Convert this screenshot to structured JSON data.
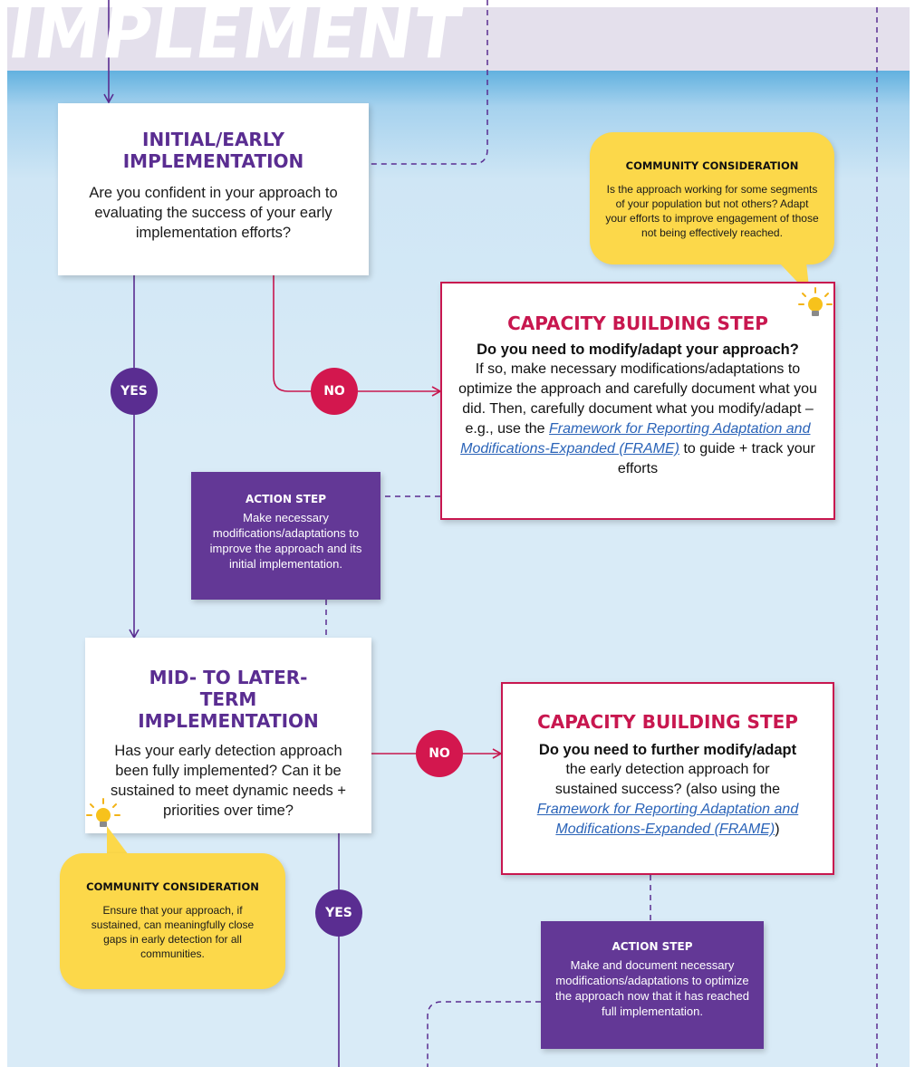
{
  "title": "IMPLEMENT",
  "colors": {
    "purple": "#5a2d91",
    "action_purple": "#633896",
    "crimson": "#c8174f",
    "community_yellow": "#fcd84a",
    "link_blue": "#2a63b8"
  },
  "initial_box": {
    "title": "INITIAL/EARLY IMPLEMENTATION",
    "text": "Are you confident in your approach to evaluating the success of your early implementation efforts?"
  },
  "community_1": {
    "title": "COMMUNITY CONSIDERATION",
    "text": "Is the approach working for some segments of your population but not others? Adapt your efforts to improve engagement of those not being effectively reached."
  },
  "capacity_1": {
    "title": "CAPACITY BUILDING STEP",
    "question": "Do you need to modify/adapt your approach?",
    "text_before": "If so, make necessary modifications/adaptations to optimize the approach and carefully document what you did. Then, carefully document what you modify/adapt – e.g., use the ",
    "link": "Framework for Reporting Adaptation and Modifications-Expanded (FRAME)",
    "text_after": " to guide + track your efforts"
  },
  "action_1": {
    "title": "ACTION STEP",
    "text": "Make necessary modifications/adaptations to improve the approach and its initial implementation."
  },
  "mid_box": {
    "title": "MID- TO LATER-TERM IMPLEMENTATION",
    "text": "Has your early detection approach been fully implemented? Can it be sustained to meet dynamic needs + priorities over time?"
  },
  "capacity_2": {
    "title": "CAPACITY BUILDING STEP",
    "question": "Do you need to further modify/adapt",
    "text_before": "the early detection approach for sustained success? (also using the ",
    "link": "Framework for Reporting Adaptation and Modifications-Expanded (FRAME)",
    "text_after": ")"
  },
  "community_2": {
    "title": "COMMUNITY CONSIDERATION",
    "text": "Ensure that your approach, if sustained, can meaningfully close gaps in early detection for all communities."
  },
  "action_2": {
    "title": "ACTION STEP",
    "text": "Make and document necessary modifications/adaptations to optimize the approach now that it has reached full implementation."
  },
  "badges": {
    "yes_1": "YES",
    "no_1": "NO",
    "no_2": "NO",
    "yes_2": "YES"
  },
  "icons": [
    "lightbulb-icon",
    "lightbulb-icon"
  ]
}
